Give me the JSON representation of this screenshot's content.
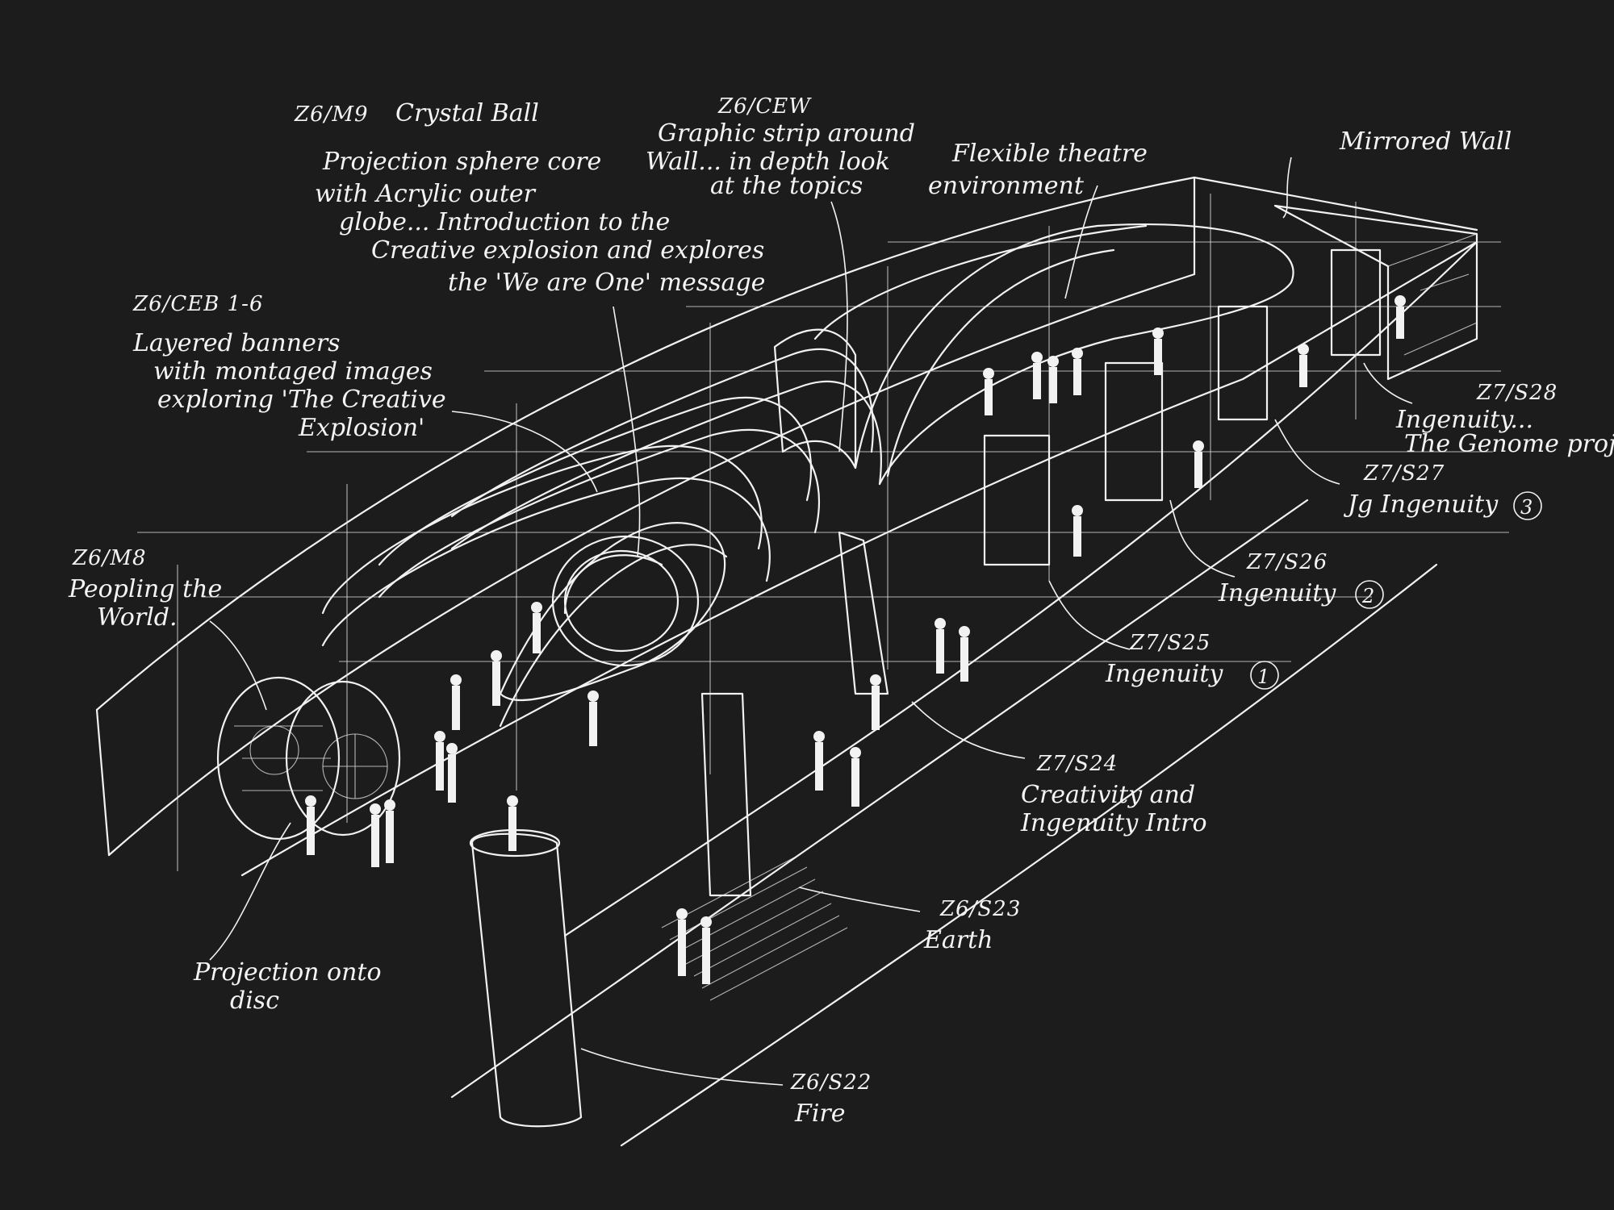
{
  "annotations": {
    "crystal_ball": {
      "code": "Z6/M9",
      "title": "Crystal Ball",
      "lines": [
        "Projection sphere core",
        "with Acrylic outer",
        "globe... Introduction to the",
        "Creative explosion and explores",
        "the 'We are One' message"
      ]
    },
    "cew": {
      "code": "Z6/CEW",
      "lines": [
        "Graphic strip around",
        "Wall... in depth look",
        "at the topics"
      ]
    },
    "flexible_theatre": {
      "lines": [
        "Flexible theatre",
        "environment"
      ]
    },
    "mirrored_wall": {
      "title": "Mirrored Wall"
    },
    "ceb": {
      "code": "Z6/CEB 1-6",
      "lines": [
        "Layered banners",
        "with montaged images",
        "exploring 'The Creative",
        "Explosion'"
      ]
    },
    "peopling": {
      "code": "Z6/M8",
      "lines": [
        "Peopling the",
        "World."
      ]
    },
    "projection_disc": {
      "lines": [
        "Projection onto",
        "disc"
      ]
    },
    "s28": {
      "code": "Z7/S28",
      "lines": [
        "Ingenuity...",
        "The Genome proje"
      ]
    },
    "s27": {
      "code": "Z7/S27",
      "title": "Jg Ingenuity",
      "badge": "3"
    },
    "s26": {
      "code": "Z7/S26",
      "title": "Ingenuity",
      "badge": "2"
    },
    "s25": {
      "code": "Z7/S25",
      "title": "Ingenuity",
      "badge": "1"
    },
    "s24": {
      "code": "Z7/S24",
      "lines": [
        "Creativity and",
        "Ingenuity Intro"
      ]
    },
    "s23": {
      "code": "Z6/S23",
      "title": "Earth"
    },
    "s22": {
      "code": "Z6/S22",
      "title": "Fire"
    }
  }
}
